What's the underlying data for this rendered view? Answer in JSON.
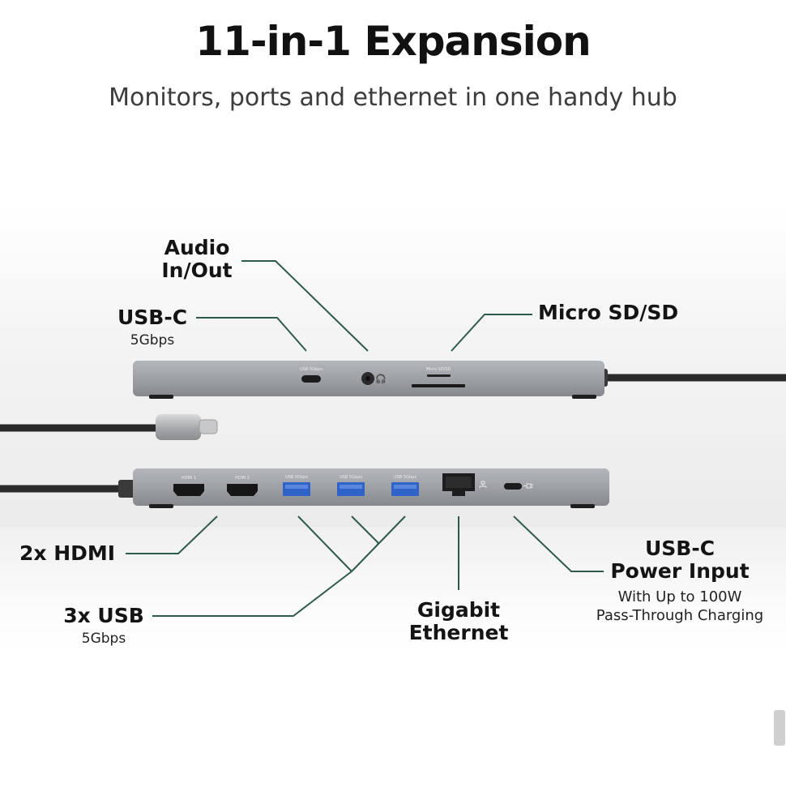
{
  "header": {
    "title": "11-in-1 Expansion",
    "subtitle": "Monitors, ports and ethernet in one handy hub"
  },
  "colors": {
    "leader_line": "#2f5a4a",
    "hub_body": "#9b9ea3",
    "usb_blue": "#2f63c8",
    "cable": "#2a2a2a"
  },
  "callouts": {
    "audio": {
      "line1": "Audio",
      "line2": "In/Out"
    },
    "usbc_top": {
      "label": "USB-C",
      "sub": "5Gbps"
    },
    "sd": {
      "label": "Micro SD/SD"
    },
    "hdmi": {
      "label": "2x HDMI"
    },
    "usb": {
      "label": "3x USB",
      "sub": "5Gbps"
    },
    "ethernet": {
      "line1": "Gigabit",
      "line2": "Ethernet"
    },
    "power": {
      "line1": "USB-C",
      "line2": "Power Input",
      "sub1": "With Up to 100W",
      "sub2": "Pass-Through Charging"
    }
  },
  "hub_top": {
    "port_usbc_label": "USB 5Gbps",
    "port_sd_label": "Micro SD/SD"
  },
  "hub_bottom": {
    "hdmi1_label": "HDMI 1",
    "hdmi2_label": "HDMI 2",
    "usb1_label": "USB 5Gbps",
    "usb2_label": "USB 5Gbps",
    "usb3_label": "USB 5Gbps"
  }
}
